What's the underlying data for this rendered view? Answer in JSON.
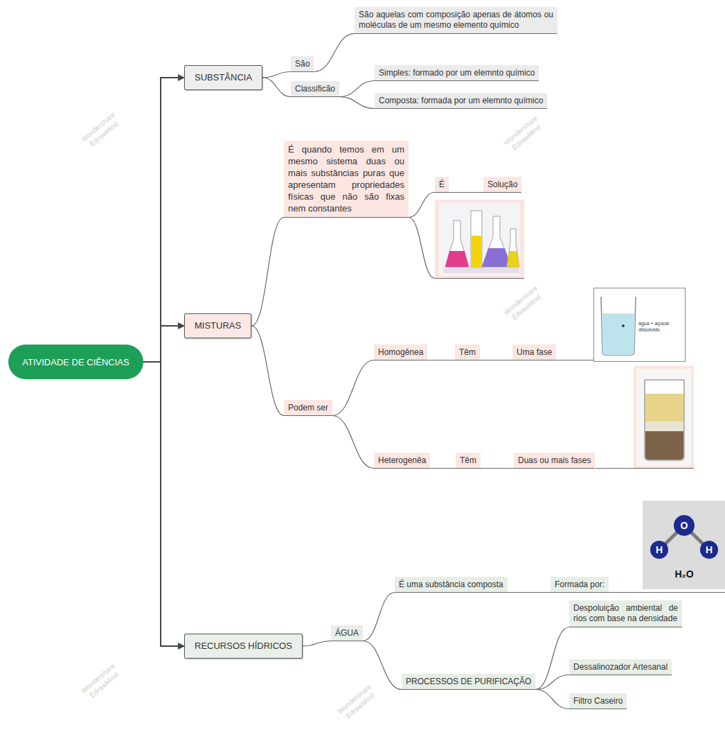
{
  "diagram": {
    "nodes": [
      {
        "text": [
          "ATIVIDADE DE CIÊNCIAS"
        ]
      },
      {
        "text": [
          "SUBSTÂNCIA"
        ]
      },
      {
        "text": [
          "São"
        ]
      },
      {
        "text": [
          "São aquelas com composição apenas de átomos ou moléculas de um mesmo elemento químico"
        ]
      },
      {
        "text": [
          "Classificão"
        ]
      },
      {
        "text": [
          "Simples: formado por um elemnto químico"
        ]
      },
      {
        "text": [
          "Composta: formada por um elemnto químico"
        ]
      },
      {
        "text": [
          "MISTURAS"
        ]
      },
      {
        "text": [
          "É quando temos em um mesmo sistema duas ou mais substâncias puras que apresentam propriedades físicas que não são fixas nem constantes"
        ]
      },
      {
        "text": [
          "É"
        ]
      },
      {
        "text": [
          "Solução"
        ]
      },
      {
        "text": [
          "Podem ser"
        ]
      },
      {
        "text": [
          "Homogênea"
        ]
      },
      {
        "text": [
          "Têm"
        ]
      },
      {
        "text": [
          "Uma fase"
        ]
      },
      {
        "text": [
          "Heterogenêa"
        ]
      },
      {
        "text": [
          "Têm"
        ]
      },
      {
        "text": [
          "Duas ou mais fases"
        ]
      },
      {
        "text": [
          "RECURSOS HÍDRICOS"
        ]
      },
      {
        "text": [
          "ÁGUA"
        ]
      },
      {
        "text": [
          "É uma substância composta"
        ]
      },
      {
        "text": [
          "Formada por:"
        ]
      },
      {
        "text": [
          "PROCESSOS DE PURIFICAÇÃO"
        ]
      },
      {
        "text": [
          "Despoluição ambiental de rios com base na densidade"
        ]
      },
      {
        "text": [
          "Dessalinozador Artesanal"
        ]
      },
      {
        "text": [
          "Filtro Caseiro"
        ]
      }
    ],
    "edges": [
      {
        "from": 0,
        "to": 1,
        "arrow": "to"
      },
      {
        "from": 0,
        "to": 7,
        "arrow": "to"
      },
      {
        "from": 0,
        "to": 18,
        "arrow": "to"
      },
      {
        "from": 1,
        "to": 2,
        "arrow": "none"
      },
      {
        "from": 2,
        "to": 3,
        "arrow": "none"
      },
      {
        "from": 1,
        "to": 4,
        "arrow": "none"
      },
      {
        "from": 4,
        "to": 5,
        "arrow": "none"
      },
      {
        "from": 4,
        "to": 6,
        "arrow": "none"
      },
      {
        "from": 7,
        "to": 8,
        "arrow": "none"
      },
      {
        "from": 8,
        "to": 9,
        "arrow": "none"
      },
      {
        "from": 9,
        "to": 10,
        "arrow": "none"
      },
      {
        "from": 7,
        "to": 11,
        "arrow": "none"
      },
      {
        "from": 11,
        "to": 12,
        "arrow": "none"
      },
      {
        "from": 12,
        "to": 13,
        "arrow": "none"
      },
      {
        "from": 13,
        "to": 14,
        "arrow": "none"
      },
      {
        "from": 11,
        "to": 15,
        "arrow": "none"
      },
      {
        "from": 15,
        "to": 16,
        "arrow": "none"
      },
      {
        "from": 16,
        "to": 17,
        "arrow": "none"
      },
      {
        "from": 18,
        "to": 19,
        "arrow": "none"
      },
      {
        "from": 19,
        "to": 20,
        "arrow": "none"
      },
      {
        "from": 20,
        "to": 21,
        "arrow": "none"
      },
      {
        "from": 19,
        "to": 22,
        "arrow": "none"
      },
      {
        "from": 22,
        "to": 23,
        "arrow": "none"
      },
      {
        "from": 22,
        "to": 24,
        "arrow": "none"
      },
      {
        "from": 22,
        "to": 25,
        "arrow": "none"
      }
    ],
    "labels": [
      "O",
      "H",
      "H",
      "H₂O",
      "água + açúcar dissolvido",
      "Wondershare EdrawMind",
      "Wondershare EdrawMind",
      "Wondershare EdrawMind",
      "Wondershare EdrawMind",
      "Wondershare EdrawMind"
    ]
  }
}
